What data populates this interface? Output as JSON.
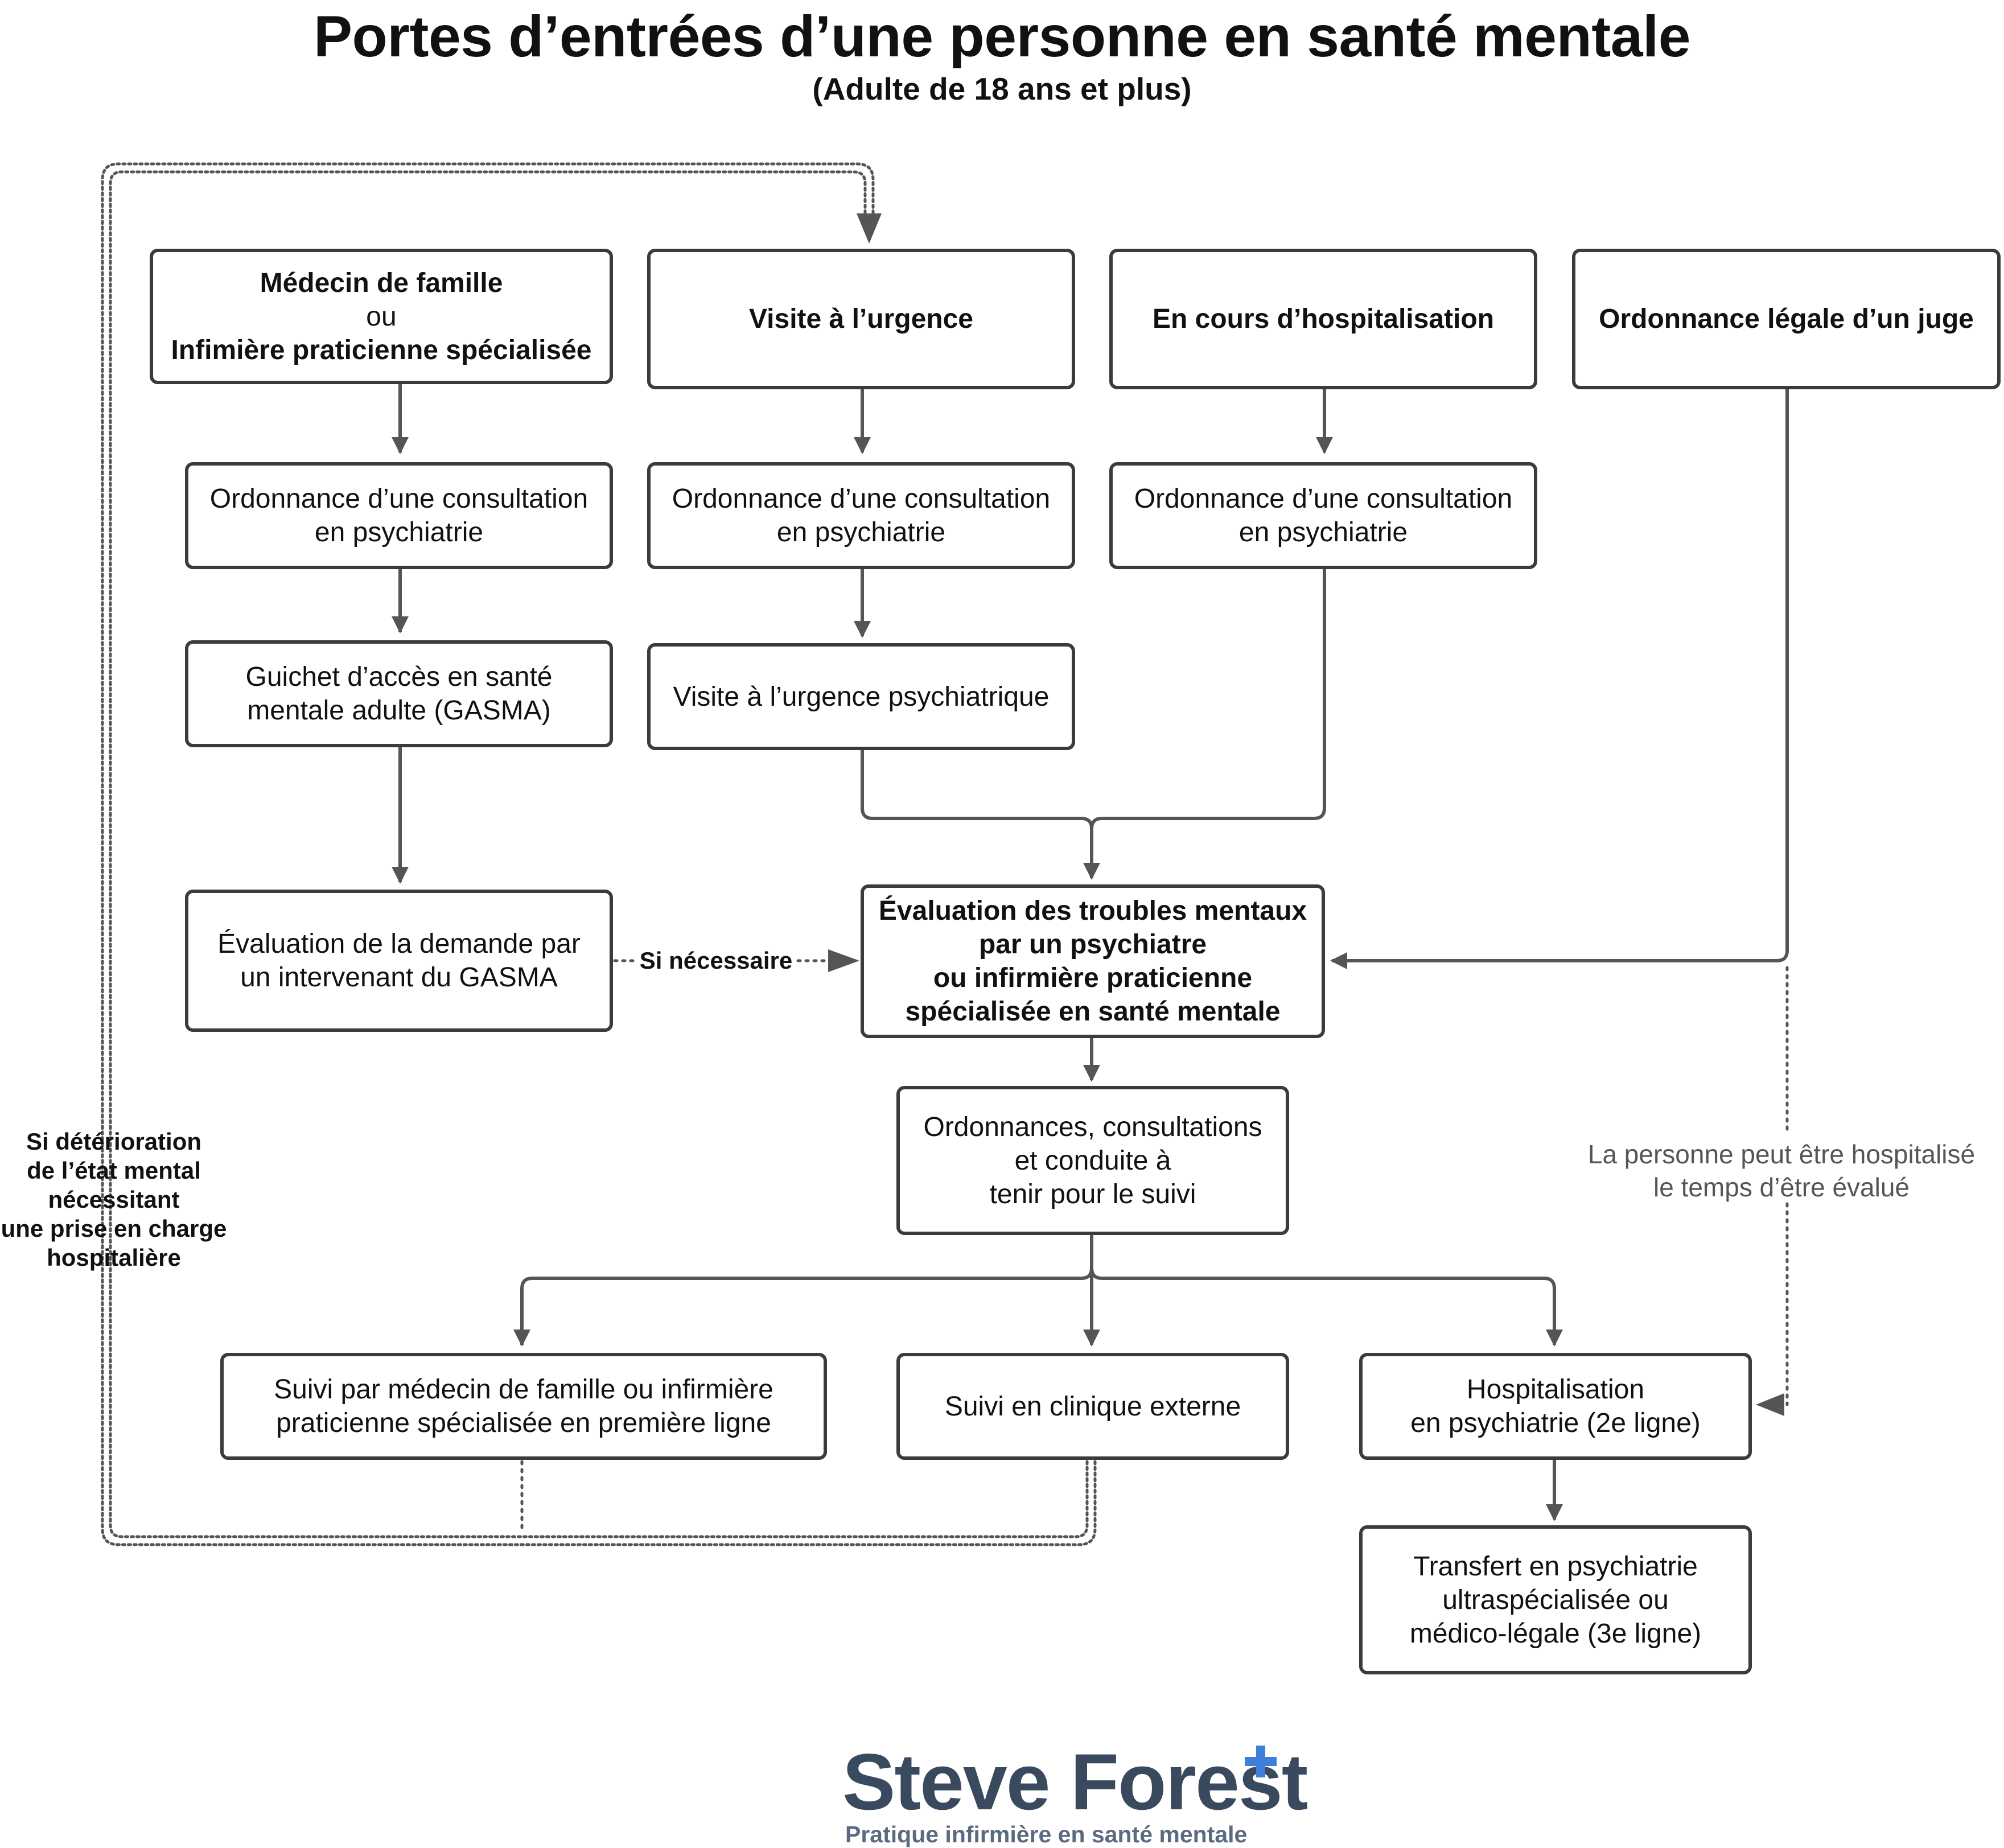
{
  "title": "Portes d’entrées d’une personne en santé mentale",
  "subtitle": "(Adulte de 18 ans et plus)",
  "nodes": {
    "medecin": [
      "Médecin de famille",
      "ou",
      "Infimière praticienne spécialisée"
    ],
    "urgence": [
      "Visite à l’urgence"
    ],
    "hospitalisation_cours": [
      "En cours d’hospitalisation"
    ],
    "juge": [
      "Ordonnance légale d’un juge"
    ],
    "ordonnance_1": [
      "Ordonnance d’une consultation",
      "en psychiatrie"
    ],
    "ordonnance_2": [
      "Ordonnance d’une consultation",
      "en psychiatrie"
    ],
    "ordonnance_3": [
      "Ordonnance d’une consultation",
      "en psychiatrie"
    ],
    "gasma": [
      "Guichet d’accès en santé",
      "mentale adulte (GASMA)"
    ],
    "urgence_psy": [
      "Visite à l’urgence psychiatrique"
    ],
    "eval_demande": [
      "Évaluation de la demande par",
      "un intervenant du GASMA"
    ],
    "eval_troubles": [
      "Évaluation des troubles mentaux",
      "par un psychiatre",
      "ou infirmière praticienne",
      "spécialisée en santé mentale"
    ],
    "ordonnances_suivi": [
      "Ordonnances, consultations",
      "et conduite à",
      "tenir pour le suivi"
    ],
    "suivi_medecin": [
      "Suivi par médecin de famille ou infirmière",
      "praticienne spécialisée en première ligne"
    ],
    "suivi_clinique": [
      "Suivi en clinique externe"
    ],
    "hosp_psy": [
      "Hospitalisation",
      "en psychiatrie (2e ligne)"
    ],
    "transfert": [
      "Transfert en psychiatrie",
      "ultraspécialisée ou",
      "médico-légale (3e ligne)"
    ]
  },
  "labels": {
    "si_necessaire": "Si nécessaire",
    "deterioration": [
      "Si détérioration",
      "de l’état mental",
      "nécessitant",
      "une prise en charge",
      "hospitalière"
    ],
    "hospitalise": [
      "La personne peut être hospitalisé",
      "le temps d’être évalué"
    ]
  },
  "logo": {
    "name": "Steve Forest",
    "tagline": "Pratique infirmière en santé mentale",
    "cross_color": "#3d7fd9"
  },
  "colors": {
    "border": "#3b3b3b",
    "connector": "#555555",
    "text": "#111111"
  }
}
